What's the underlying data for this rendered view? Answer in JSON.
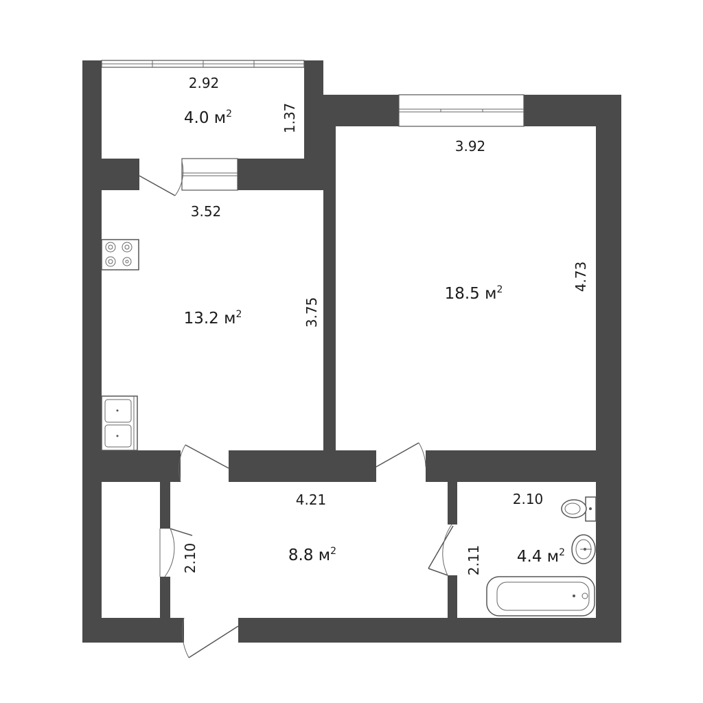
{
  "colors": {
    "wall": "#4a4a4a",
    "background": "#ffffff"
  },
  "rooms": {
    "balcony": {
      "area": "4.0 м",
      "area_sup": "2",
      "width": "2.92",
      "depth": "1.37"
    },
    "kitchen": {
      "area": "13.2 м",
      "area_sup": "2",
      "width": "3.52",
      "depth": "3.75"
    },
    "living_room": {
      "area": "18.5 м",
      "area_sup": "2",
      "width": "3.92",
      "depth": "4.73"
    },
    "hallway": {
      "area": "8.8 м",
      "area_sup": "2",
      "width": "4.21",
      "depth": "2.10"
    },
    "bathroom": {
      "area": "4.4 м",
      "area_sup": "2",
      "width": "2.10",
      "depth": "2.11"
    }
  },
  "fixtures": [
    "stove-icon",
    "kitchen-sink-icon",
    "toilet-icon",
    "washbasin-icon",
    "bathtub-icon"
  ]
}
